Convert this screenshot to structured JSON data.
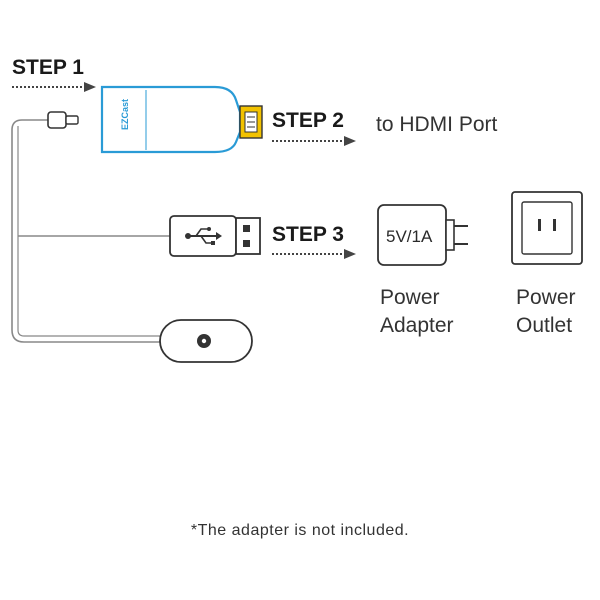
{
  "steps": {
    "step1": "STEP 1",
    "step2": "STEP 2",
    "step3": "STEP 3"
  },
  "labels": {
    "hdmi_port": "to HDMI Port",
    "power_adapter_line1": "Power",
    "power_adapter_line2": "Adapter",
    "power_outlet_line1": "Power",
    "power_outlet_line2": "Outlet",
    "adapter_rating": "5V/1A",
    "dongle_brand": "EZCast"
  },
  "footnote": "*The adapter is not included.",
  "colors": {
    "dongle_accent": "#2a9bd6",
    "hdmi_tip": "#f2c200",
    "line": "#888888",
    "text": "#1a1a1a"
  },
  "icons": [
    "usb-symbol-icon",
    "wifi-antenna-icon",
    "hdmi-connector-icon",
    "micro-usb-icon"
  ]
}
